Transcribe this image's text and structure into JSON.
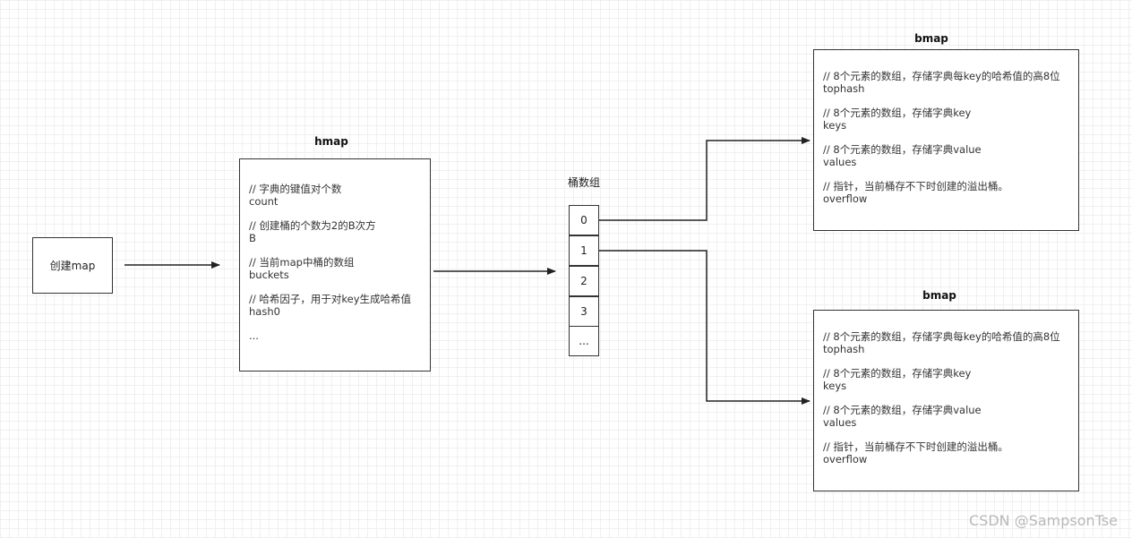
{
  "create": {
    "label": "创建map"
  },
  "hmap": {
    "title": "hmap",
    "fields": [
      {
        "comment": "// 字典的键值对个数",
        "name": "count"
      },
      {
        "comment": "// 创建桶的个数为2的B次方",
        "name": "B"
      },
      {
        "comment": "// 当前map中桶的数组",
        "name": "buckets"
      },
      {
        "comment": "// 哈希因子，用于对key生成哈希值",
        "name": "hash0"
      },
      {
        "comment": "",
        "name": "..."
      }
    ]
  },
  "bucket_array": {
    "title": "桶数组",
    "cells": [
      "0",
      "1",
      "2",
      "3",
      "..."
    ]
  },
  "bmaps": [
    {
      "title": "bmap",
      "fields": [
        {
          "comment": "// 8个元素的数组，存储字典每key的哈希值的高8位",
          "name": "tophash"
        },
        {
          "comment": "// 8个元素的数组，存储字典key",
          "name": "keys"
        },
        {
          "comment": "// 8个元素的数组，存储字典value",
          "name": "values"
        },
        {
          "comment": "// 指针，当前桶存不下时创建的溢出桶。",
          "name": "overflow"
        }
      ]
    },
    {
      "title": "bmap",
      "fields": [
        {
          "comment": "// 8个元素的数组，存储字典每key的哈希值的高8位",
          "name": "tophash"
        },
        {
          "comment": "// 8个元素的数组，存储字典key",
          "name": "keys"
        },
        {
          "comment": "// 8个元素的数组，存储字典value",
          "name": "values"
        },
        {
          "comment": "// 指针，当前桶存不下时创建的溢出桶。",
          "name": "overflow"
        }
      ]
    }
  ],
  "watermark": "CSDN @SampsonTse"
}
